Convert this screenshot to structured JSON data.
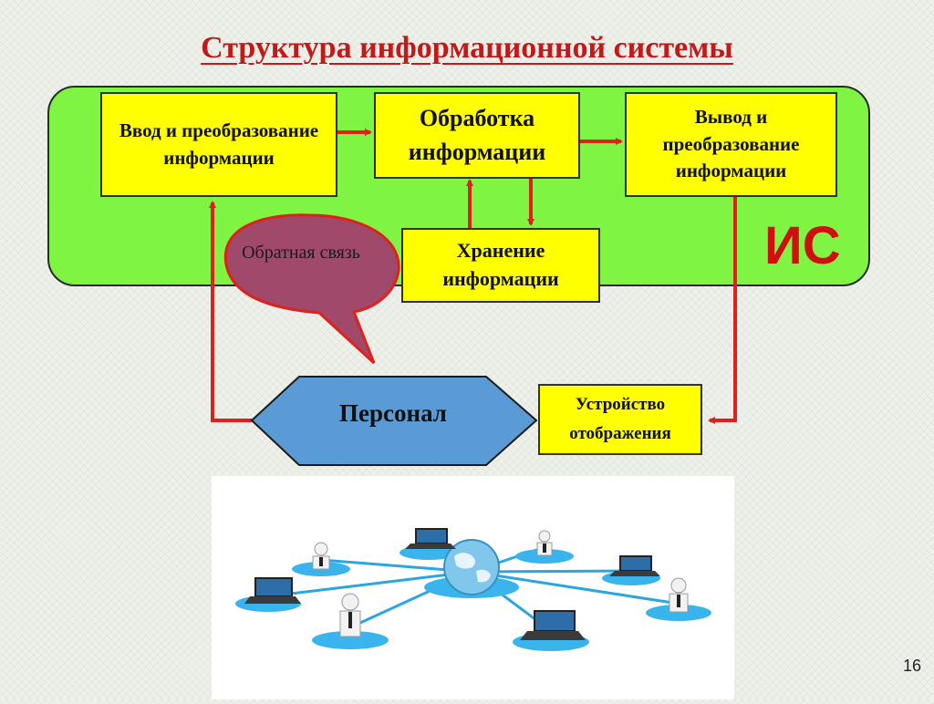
{
  "title": "Структура информационной системы",
  "is_label": "ИС",
  "boxes": {
    "input": "Ввод и преобразование информации",
    "processing": "Обработка информации",
    "output": "Вывод и преобразование информации",
    "storage": "Хранение информации"
  },
  "feedback": "Обратная связь",
  "personnel": "Персонал",
  "display_device": "Устройство отображения",
  "page_number": "16",
  "colors": {
    "title": "#c01a1a",
    "panel": "#7ff442",
    "box": "#ffff00",
    "arrow": "#e0201c",
    "bubble": "#a0496a",
    "personnel": "#5b9bd5"
  }
}
